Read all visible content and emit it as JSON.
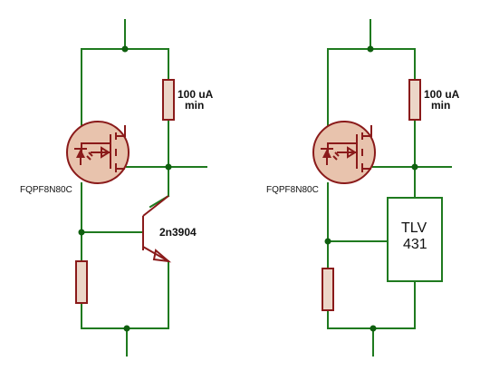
{
  "left_circuit": {
    "resistor_label_line1": "100 uA",
    "resistor_label_line2": "min",
    "mosfet_label": "FQPF8N80C",
    "transistor_label": "2n3904"
  },
  "right_circuit": {
    "resistor_label_line1": "100 uA",
    "resistor_label_line2": "min",
    "mosfet_label": "FQPF8N80C",
    "ic_label_line1": "TLV",
    "ic_label_line2": "431"
  },
  "colors": {
    "wire": "#1f7a1f",
    "component_outline": "#8a1a1a",
    "component_fill": "#e8c3ad",
    "junction": "#0f5f0f"
  }
}
